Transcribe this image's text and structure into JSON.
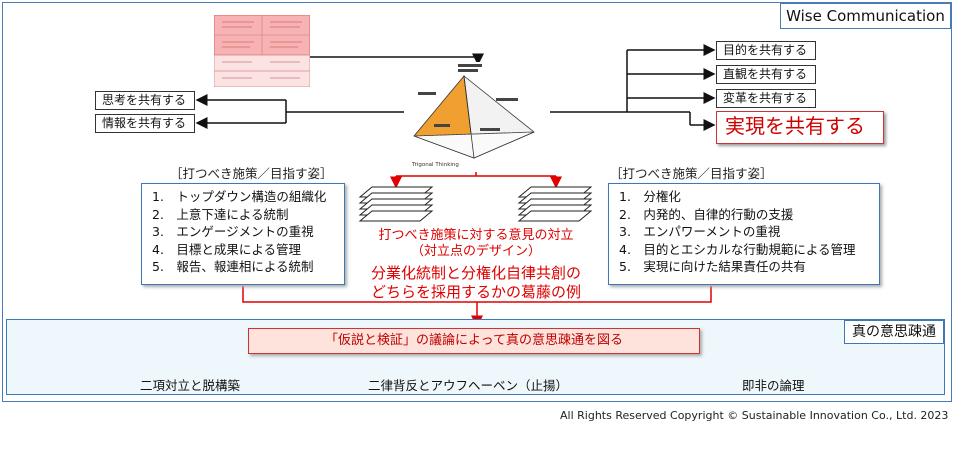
{
  "title": "Wise Communication",
  "left_outputs": [
    "思考を共有する",
    "情報を共有する"
  ],
  "right_outputs": [
    "目的を共有する",
    "直観を共有する",
    "変革を共有する"
  ],
  "right_highlight": "実現を共有する",
  "left_panel": {
    "header": "［打つべき施策／目指す姿］",
    "items": [
      "1.　トップダウン構造の組織化",
      "2.　上意下達による統制",
      "3.　エンゲージメントの重視",
      "4.　目標と成果による管理",
      "5.　報告、報連相による統制"
    ]
  },
  "right_panel": {
    "header": "［打つべき施策／目指す姿］",
    "items": [
      "1.　分権化",
      "2.　内発的、自律的行動の支援",
      "3.　エンパワーメントの重視",
      "4.　目的とエシカルな行動規範による管理",
      "5.　実現に向けた結果責任の共有"
    ]
  },
  "center": {
    "line1": "打つべき施策に対する意見の対立",
    "line2": "（対立点のデザイン）",
    "line3": "分業化統制と分権化自律共創の",
    "line4": "どちらを採用するかの葛藤の例"
  },
  "pyramid_caption": "Trigonal Thinking",
  "lower": {
    "tag": "真の意思疎通",
    "hypothesis": "「仮説と検証」の議論によって真の意思疎通を図る",
    "outcomes": [
      "二項対立と脱構築",
      "二律背反とアウフヘーベン（止揚）",
      "即非の論理"
    ]
  },
  "copyright": "All Rights Reserved Copyright © Sustainable Innovation Co., Ltd. 2023",
  "colors": {
    "frame": "#3d78b8",
    "accent_red": "#e00000",
    "pyramid": "#f0a030"
  }
}
